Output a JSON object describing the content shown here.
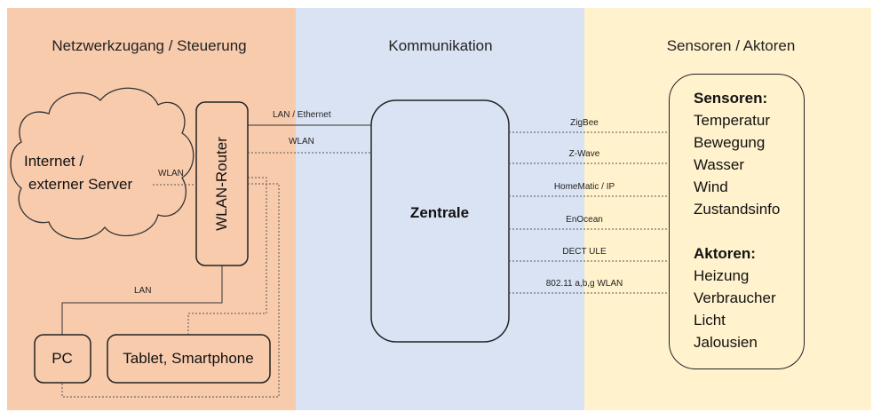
{
  "headings": {
    "left": "Netzwerkzugang / Steuerung",
    "middle": "Kommunikation",
    "right": "Sensoren / Aktoren"
  },
  "nodes": {
    "cloud": [
      "Internet /",
      "externer Server"
    ],
    "router": "WLAN-Router",
    "pc": "PC",
    "tablet": "Tablet, Smartphone",
    "hub": "Zentrale"
  },
  "links": {
    "cloud_router": "WLAN",
    "router_hub_lan": "LAN / Ethernet",
    "router_hub_wlan": "WLAN",
    "router_pc": "LAN"
  },
  "protocols": [
    "ZigBee",
    "Z-Wave",
    "HomeMatic / IP",
    "EnOcean",
    "DECT ULE",
    "802.11 a,b,g WLAN"
  ],
  "sensors": {
    "title": "Sensoren:",
    "items": [
      "Temperatur",
      "Bewegung",
      "Wasser",
      "Wind",
      "Zustandsinfo"
    ]
  },
  "actuators": {
    "title": "Aktoren:",
    "items": [
      "Heizung",
      "Verbraucher",
      "Licht",
      "Jalousien"
    ]
  }
}
